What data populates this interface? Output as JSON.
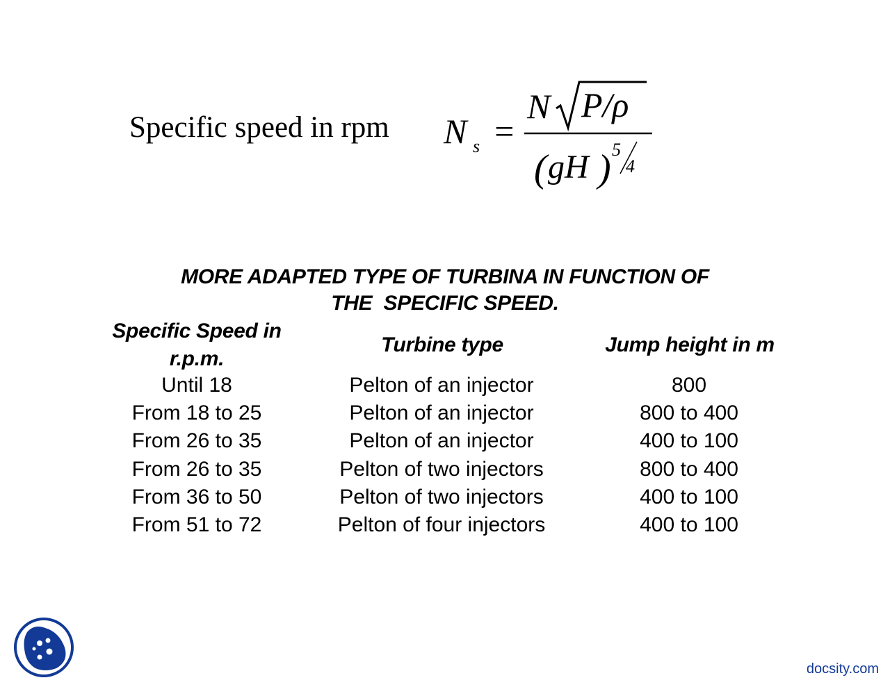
{
  "formula": {
    "label": "Specific speed in rpm",
    "lhs": "N",
    "lhs_subscript": "s",
    "equals": "=",
    "numerator_N": "N",
    "numerator_radicand": "P/ρ",
    "denominator": "gH",
    "exponent_numerator": "5",
    "exponent_denominator": "4"
  },
  "table": {
    "title_line1": "MORE ADAPTED TYPE OF TURBINA IN FUNCTION OF",
    "title_line2": "THE  SPECIFIC SPEED.",
    "headers": {
      "speed_line1": "Specific Speed in",
      "speed_line2": "r.p.m.",
      "type": "Turbine type",
      "jump": "Jump height in m"
    },
    "rows": [
      {
        "speed": "Until 18",
        "type": "Pelton of an injector",
        "jump": "800"
      },
      {
        "speed": "From 18 to 25",
        "type": "Pelton of an injector",
        "jump": "800 to 400"
      },
      {
        "speed": "From 26 to 35",
        "type": "Pelton of an injector",
        "jump": "400 to 100"
      },
      {
        "speed": "From 26 to 35",
        "type": "Pelton of two injectors",
        "jump": "800 to 400"
      },
      {
        "speed": "From 36 to 50",
        "type": "Pelton of two injectors",
        "jump": "400 to 100"
      },
      {
        "speed": "From 51 to 72",
        "type": "Pelton of four injectors",
        "jump": "400 to 100"
      }
    ]
  },
  "footer": {
    "brand": "docsity.com",
    "brand_color": "#123a96",
    "logo_icon": "docsity-logo-icon"
  }
}
